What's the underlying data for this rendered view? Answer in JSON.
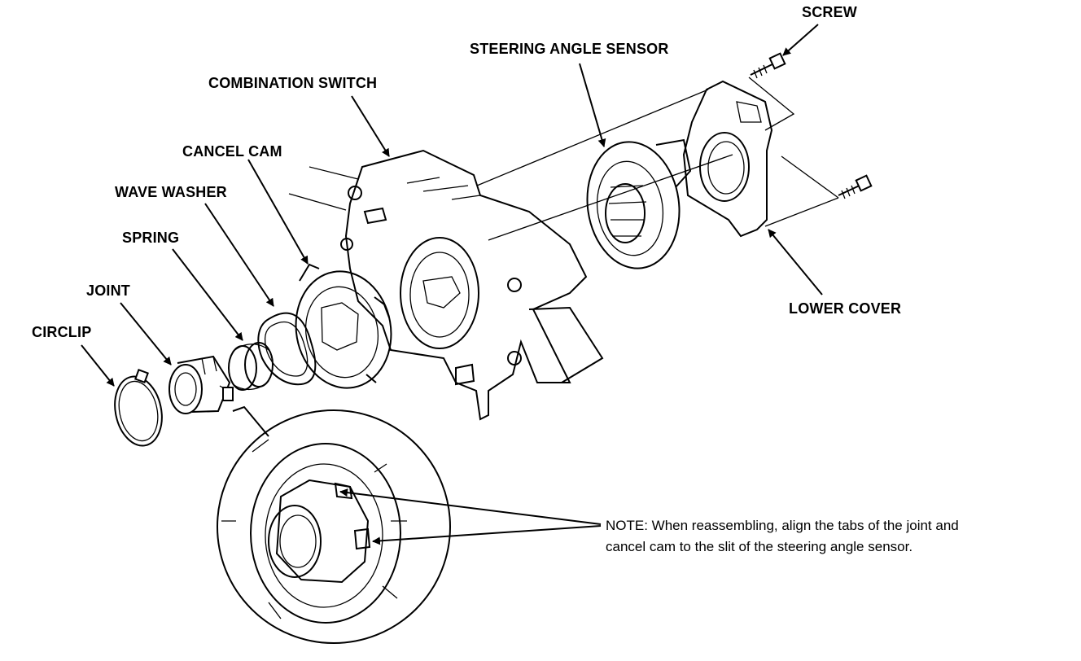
{
  "labels": {
    "screw": "SCREW",
    "steering_angle_sensor": "STEERING ANGLE SENSOR",
    "combination_switch": "COMBINATION SWITCH",
    "cancel_cam": "CANCEL CAM",
    "wave_washer": "WAVE WASHER",
    "spring": "SPRING",
    "joint": "JOINT",
    "circlip": "CIRCLIP",
    "lower_cover": "LOWER COVER"
  },
  "note": {
    "line1": "NOTE:  When reassembling, align the tabs of the joint and",
    "line2": "cancel cam to the slit of the steering angle sensor."
  }
}
